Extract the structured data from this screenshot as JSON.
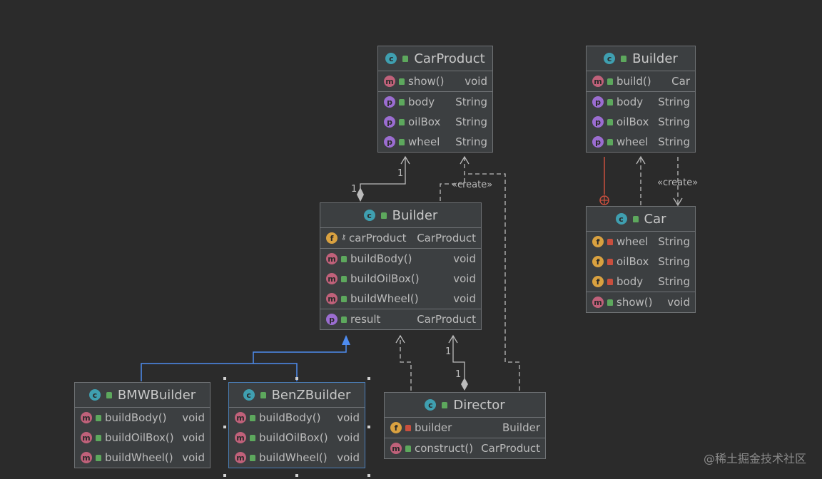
{
  "classes": {
    "carproduct": {
      "name": "CarProduct",
      "sections": [
        [
          {
            "icon": "m",
            "vis": "pub",
            "name": "show()",
            "type": "void"
          }
        ],
        [
          {
            "icon": "p",
            "vis": "pub",
            "name": "body",
            "type": "String"
          },
          {
            "icon": "p",
            "vis": "pub",
            "name": "oilBox",
            "type": "String"
          },
          {
            "icon": "p",
            "vis": "pub",
            "name": "wheel",
            "type": "String"
          }
        ]
      ]
    },
    "builder_inner": {
      "name": "Builder",
      "sections": [
        [
          {
            "icon": "m",
            "vis": "pub",
            "name": "build()",
            "type": "Car"
          }
        ],
        [
          {
            "icon": "p",
            "vis": "pub",
            "name": "body",
            "type": "String"
          },
          {
            "icon": "p",
            "vis": "pub",
            "name": "oilBox",
            "type": "String"
          },
          {
            "icon": "p",
            "vis": "pub",
            "name": "wheel",
            "type": "String"
          }
        ]
      ]
    },
    "builder": {
      "name": "Builder",
      "sections": [
        [
          {
            "icon": "f",
            "vis": "key",
            "name": "carProduct",
            "type": "CarProduct"
          }
        ],
        [
          {
            "icon": "m",
            "vis": "pub",
            "name": "buildBody()",
            "type": "void"
          },
          {
            "icon": "m",
            "vis": "pub",
            "name": "buildOilBox()",
            "type": "void"
          },
          {
            "icon": "m",
            "vis": "pub",
            "name": "buildWheel()",
            "type": "void"
          }
        ],
        [
          {
            "icon": "p",
            "vis": "pub",
            "name": "result",
            "type": "CarProduct"
          }
        ]
      ]
    },
    "car": {
      "name": "Car",
      "sections": [
        [
          {
            "icon": "f",
            "vis": "pri",
            "name": "wheel",
            "type": "String"
          },
          {
            "icon": "f",
            "vis": "pri",
            "name": "oilBox",
            "type": "String"
          },
          {
            "icon": "f",
            "vis": "pri",
            "name": "body",
            "type": "String"
          }
        ],
        [
          {
            "icon": "m",
            "vis": "pub",
            "name": "show()",
            "type": "void"
          }
        ]
      ]
    },
    "bmwbuilder": {
      "name": "BMWBuilder",
      "sections": [
        [
          {
            "icon": "m",
            "vis": "pub",
            "name": "buildBody()",
            "type": "void"
          },
          {
            "icon": "m",
            "vis": "pub",
            "name": "buildOilBox()",
            "type": "void"
          },
          {
            "icon": "m",
            "vis": "pub",
            "name": "buildWheel()",
            "type": "void"
          }
        ]
      ]
    },
    "benzbuilder": {
      "name": "BenZBuilder",
      "sections": [
        [
          {
            "icon": "m",
            "vis": "pub",
            "name": "buildBody()",
            "type": "void"
          },
          {
            "icon": "m",
            "vis": "pub",
            "name": "buildOilBox()",
            "type": "void"
          },
          {
            "icon": "m",
            "vis": "pub",
            "name": "buildWheel()",
            "type": "void"
          }
        ]
      ]
    },
    "director": {
      "name": "Director",
      "sections": [
        [
          {
            "icon": "f",
            "vis": "pri",
            "name": "builder",
            "type": "Builder"
          }
        ],
        [
          {
            "icon": "m",
            "vis": "pub",
            "name": "construct()",
            "type": "CarProduct"
          }
        ]
      ]
    }
  },
  "labels": {
    "create": "«create»",
    "mult_one": "1"
  },
  "watermark": "@稀土掘金技术社区",
  "colors": {
    "background": "#2b2b2b",
    "box": "#3c3f41",
    "inheritance": "#4e8cf0",
    "nested": "#c94f3e"
  }
}
